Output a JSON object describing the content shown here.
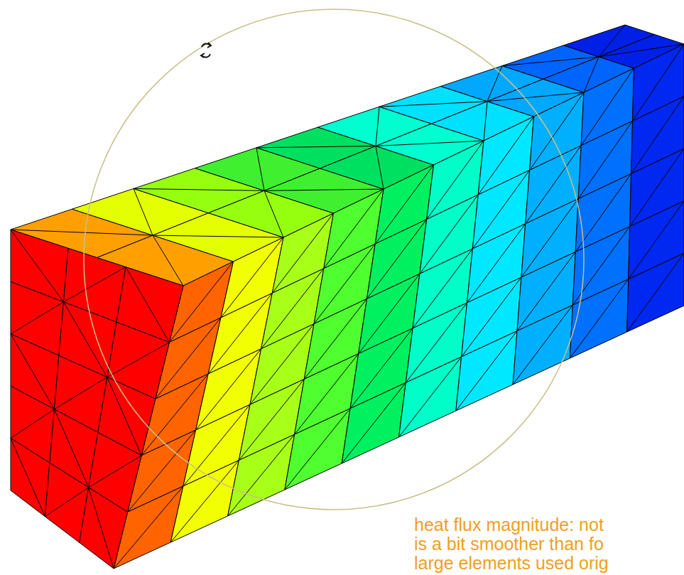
{
  "diagram": {
    "labels": [
      "heat flux magnitude: not",
      "is a bit smoother than fo",
      "large elements used orig"
    ]
  }
}
